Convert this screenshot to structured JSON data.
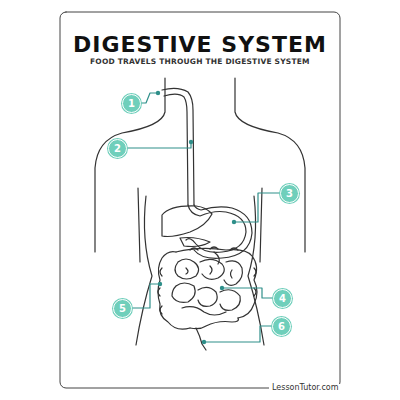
{
  "diagram": {
    "title": "DIGESTIVE SYSTEM",
    "nodes": [
      {
        "text": [
          "1"
        ]
      },
      {
        "text": [
          "2"
        ]
      },
      {
        "text": [
          "3"
        ]
      },
      {
        "text": [
          "4"
        ]
      },
      {
        "text": [
          "5"
        ]
      },
      {
        "text": [
          "6"
        ]
      }
    ],
    "labels": [
      "FOOD TRAVELS THROUGH THE DIGESTIVE SYSTEM",
      "LessonTutor.com"
    ]
  }
}
